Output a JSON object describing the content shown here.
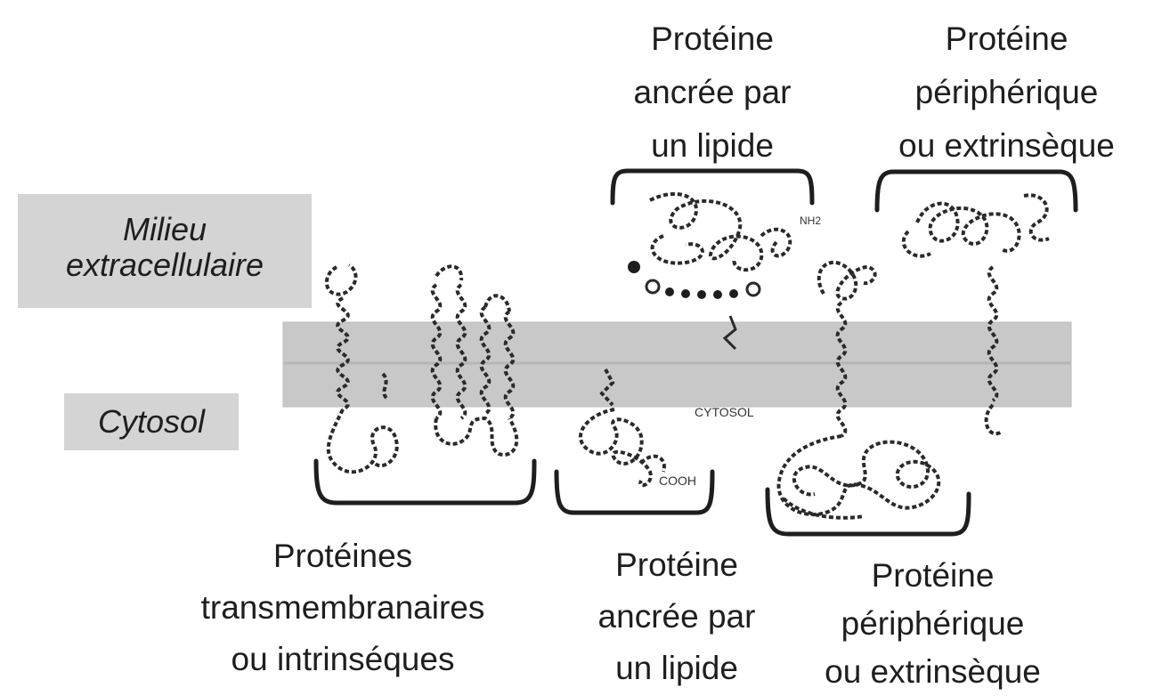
{
  "diagram": {
    "side_labels": {
      "extracellular_line1": "Milieu",
      "extracellular_line2": "extracellulaire",
      "cytosol": "Cytosol"
    },
    "inner_labels": {
      "cytosol_small": "CYTOSOL",
      "cooh": "COOH",
      "nh2": "NH2"
    },
    "top_labels": {
      "lipid_anchored": [
        "Protéine",
        "ancrée par",
        "un lipide"
      ],
      "peripheral": [
        "Protéine",
        "périphérique",
        "ou extrinsèque"
      ]
    },
    "bottom_labels": {
      "transmembrane": [
        "Protéines",
        "transmembranaires",
        "ou intrinséques"
      ],
      "lipid_anchored": [
        "Protéine",
        "ancrée par",
        "un lipide"
      ],
      "peripheral": [
        "Protéine",
        "périphérique",
        "ou extrinsèque"
      ]
    },
    "colors": {
      "membrane": "#c8c8c8",
      "label_box": "#d4d4d4",
      "ink": "#1e1e1e",
      "protein_fill": "#b0b0b0"
    },
    "icons": [
      "transmembrane-protein-icon",
      "lipid-anchored-protein-icon",
      "peripheral-protein-icon",
      "lipid-anchor-chain-icon"
    ]
  }
}
